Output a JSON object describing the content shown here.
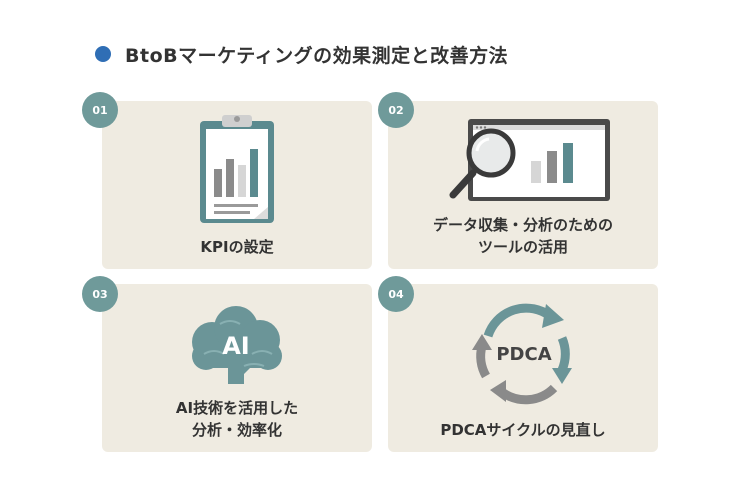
{
  "title": "BtoBマーケティングの効果測定と改善方法",
  "colors": {
    "accent_dot": "#2f6eb5",
    "badge": "#6f9a9a",
    "card_bg": "#efebe1",
    "teal": "#5b8a8f"
  },
  "cards": [
    {
      "number": "01",
      "label_lines": [
        "KPIの設定"
      ],
      "icon": "clipboard-chart-icon"
    },
    {
      "number": "02",
      "label_lines": [
        "データ収集・分析のための",
        "ツールの活用"
      ],
      "icon": "monitor-magnifier-icon"
    },
    {
      "number": "03",
      "label_lines": [
        "AI技術を活用した",
        "分析・効率化"
      ],
      "icon": "ai-cloud-brain-icon",
      "icon_text": "AI"
    },
    {
      "number": "04",
      "label_lines": [
        "PDCAサイクルの見直し"
      ],
      "icon": "pdca-cycle-icon",
      "icon_text": "PDCA"
    }
  ]
}
